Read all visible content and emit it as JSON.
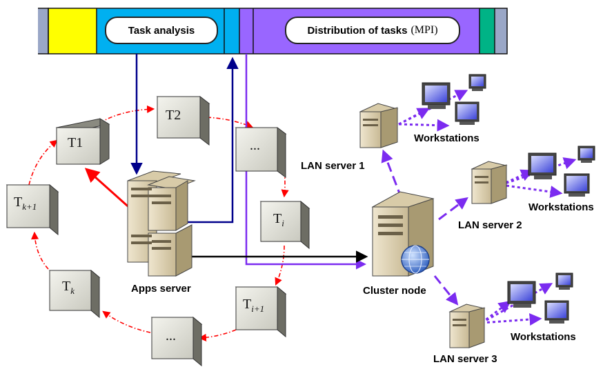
{
  "pipeline": {
    "task_analysis": "Task analysis",
    "distribution_label": "Distribution of tasks",
    "distribution_suffix": "(MPI)",
    "colors": {
      "yellow": "#FFFF00",
      "cyan": "#00B0F0",
      "purple": "#9966FF",
      "teal": "#00B386"
    }
  },
  "tasks": {
    "t1": "T1",
    "t2": "T2",
    "top_ellipsis": "...",
    "ti_main": "T",
    "ti_sub": "i",
    "ti1_main": "T",
    "ti1_sub": "i+1",
    "bottom_ellipsis": "...",
    "tk_main": "T",
    "tk_sub": "k",
    "tk1_main": "T",
    "tk1_sub": "k+1"
  },
  "nodes": {
    "apps_server": "Apps server",
    "cluster_node": "Cluster node",
    "lan1": "LAN server 1",
    "lan2": "LAN server 2",
    "lan3": "LAN server 3",
    "workstations": "Workstations"
  },
  "colors": {
    "task_ring": "#FF0000",
    "to_pipeline": "#00008B",
    "distribution": "#7B2BF0",
    "lan_links": "#7B2BF0",
    "to_cluster": "#000000"
  }
}
